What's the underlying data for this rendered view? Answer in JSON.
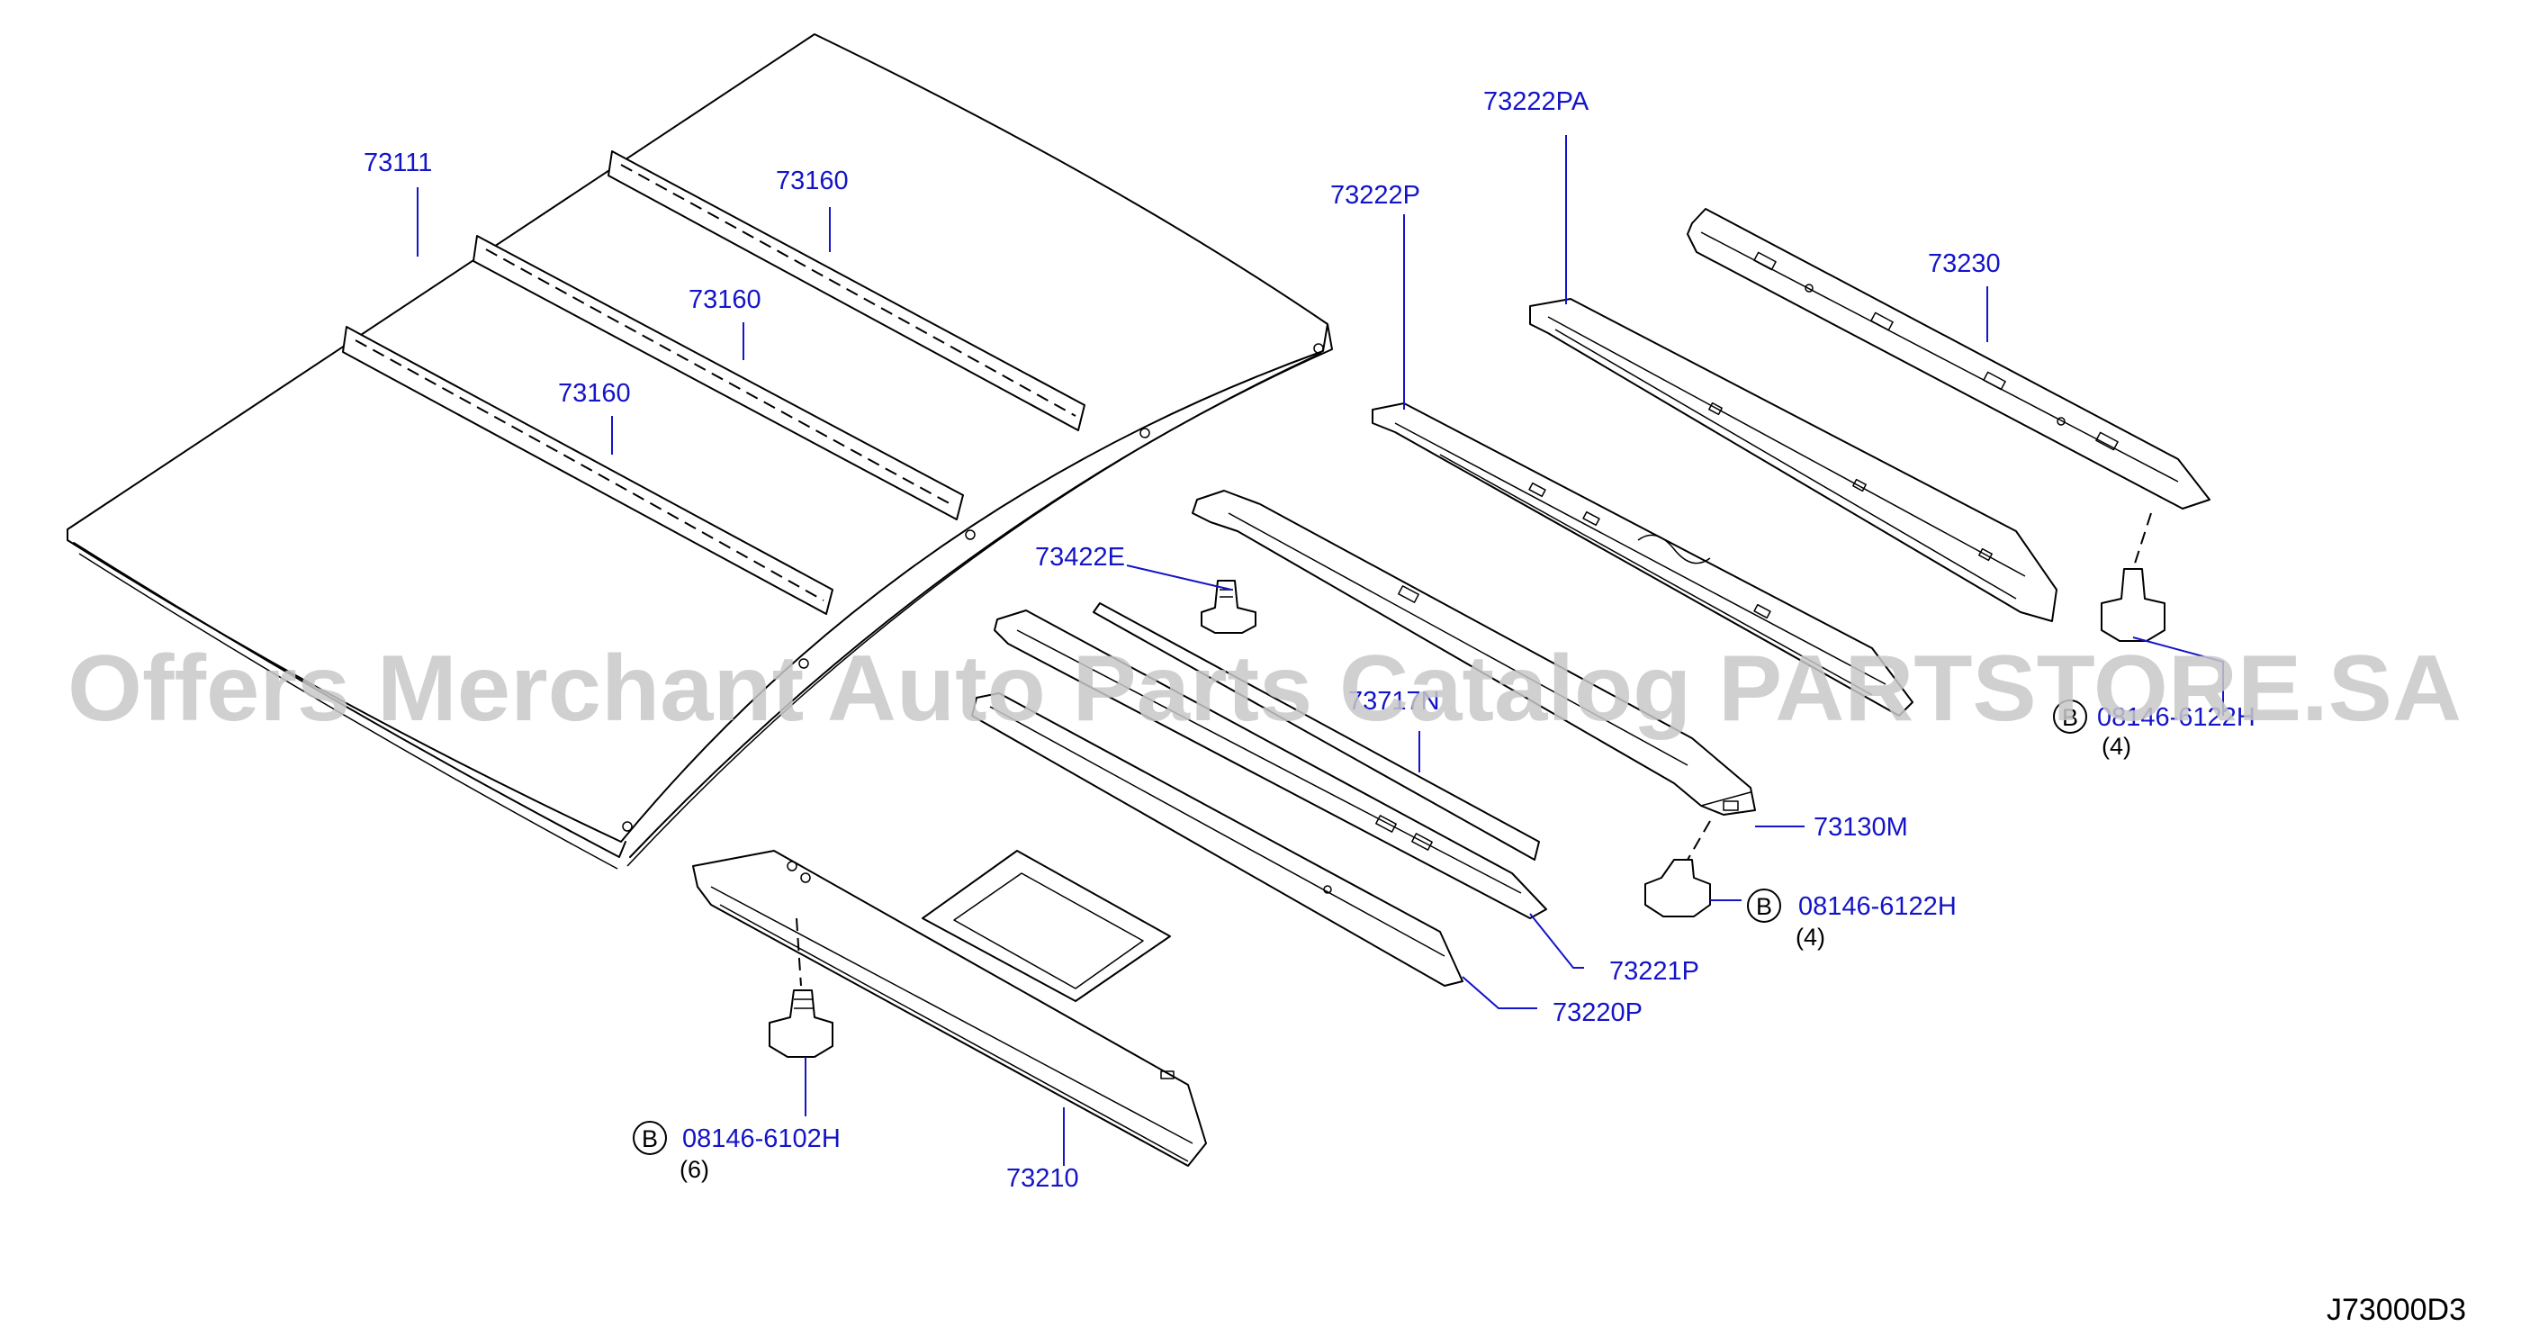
{
  "labels": {
    "roof_panel": "73111",
    "roof_bow_1": "73160",
    "roof_bow_2": "73160",
    "roof_bow_3": "73160",
    "rail_side_pa": "73222PA",
    "rail_side_p": "73222P",
    "rail_rear": "73230",
    "clip": "73422E",
    "strip": "73717N",
    "bracket": "73130M",
    "rail_221": "73221P",
    "rail_220": "73220P",
    "rail_front": "73210"
  },
  "fasteners": {
    "bolt_top_right": {
      "badge": "B",
      "part": "08146-6122H",
      "qty": "(4)"
    },
    "bolt_middle": {
      "badge": "B",
      "part": "08146-6122H",
      "qty": "(4)"
    },
    "bolt_left": {
      "badge": "B",
      "part": "08146-6102H",
      "qty": "(6)"
    }
  },
  "diagram_code": "J73000D3",
  "watermark": "Offers Merchant Auto Parts Catalog PARTSTORE.SA",
  "colors": {
    "label": "#1414c8",
    "line": "#000000",
    "watermark": "#c8c8c8",
    "background": "#ffffff"
  }
}
